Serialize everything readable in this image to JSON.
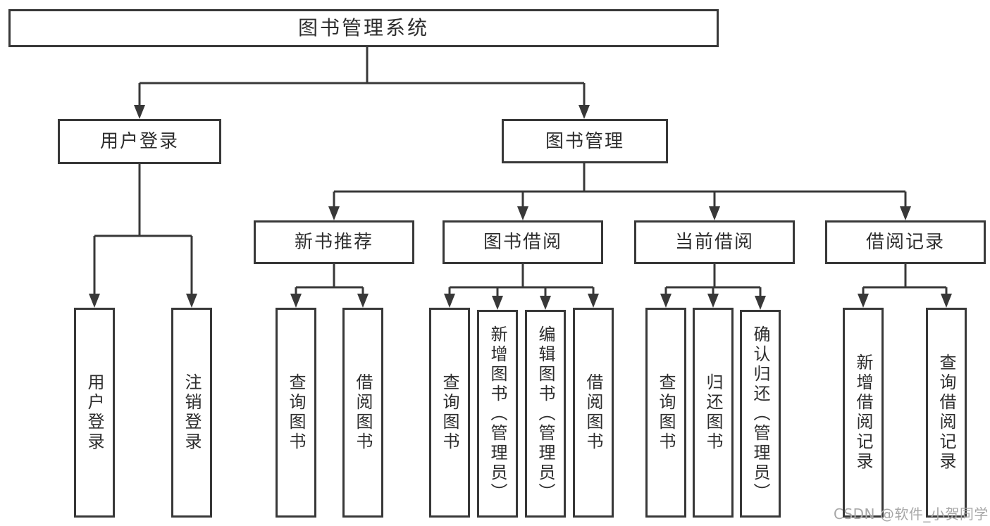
{
  "diagram": {
    "root": {
      "label": "图书管理系统"
    },
    "level2": [
      {
        "label": "用户登录",
        "children": [
          {
            "label": "用户登录"
          },
          {
            "label": "注销登录"
          }
        ]
      },
      {
        "label": "图书管理",
        "sections": [
          {
            "label": "新书推荐",
            "children": [
              {
                "label": "查询图书"
              },
              {
                "label": "借阅图书"
              }
            ]
          },
          {
            "label": "图书借阅",
            "children": [
              {
                "label": "查询图书"
              },
              {
                "label": "新增图书（管理员）"
              },
              {
                "label": "编辑图书（管理员）"
              },
              {
                "label": "借阅图书"
              }
            ]
          },
          {
            "label": "当前借阅",
            "children": [
              {
                "label": "查询图书"
              },
              {
                "label": "归还图书"
              },
              {
                "label": "确认归还（管理员）"
              }
            ]
          },
          {
            "label": "借阅记录",
            "children": [
              {
                "label": "新增借阅记录"
              },
              {
                "label": "查询借阅记录"
              }
            ]
          }
        ]
      }
    ],
    "line_color": "#383838"
  },
  "watermark": {
    "text": "CSDN @软件_小贺同学"
  }
}
